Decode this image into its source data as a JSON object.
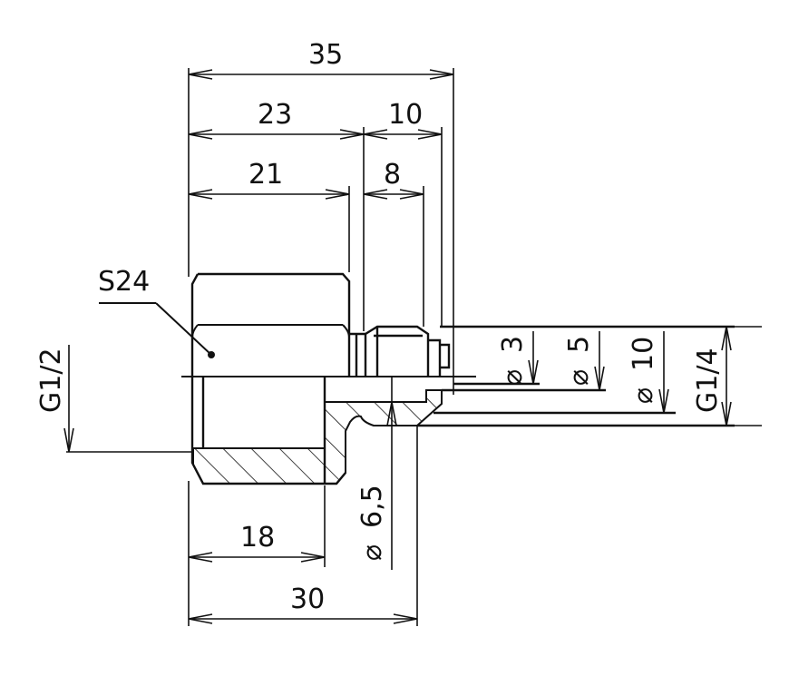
{
  "dimensions": {
    "overall_length": "35",
    "hex_to_groove": "23",
    "spigot_length": "10",
    "hex_width": "21",
    "thread_length": "8",
    "bore_depth": "18",
    "body_length": "30"
  },
  "labels": {
    "wrench_size": "S24",
    "inlet_thread": "G1/2",
    "outlet_thread": "G1/4"
  },
  "diameters": {
    "small_bore": "3",
    "outlet_bore": "5",
    "spigot": "10",
    "inner_bore": "6,5"
  },
  "symbols": {
    "diameter": "⌀"
  }
}
